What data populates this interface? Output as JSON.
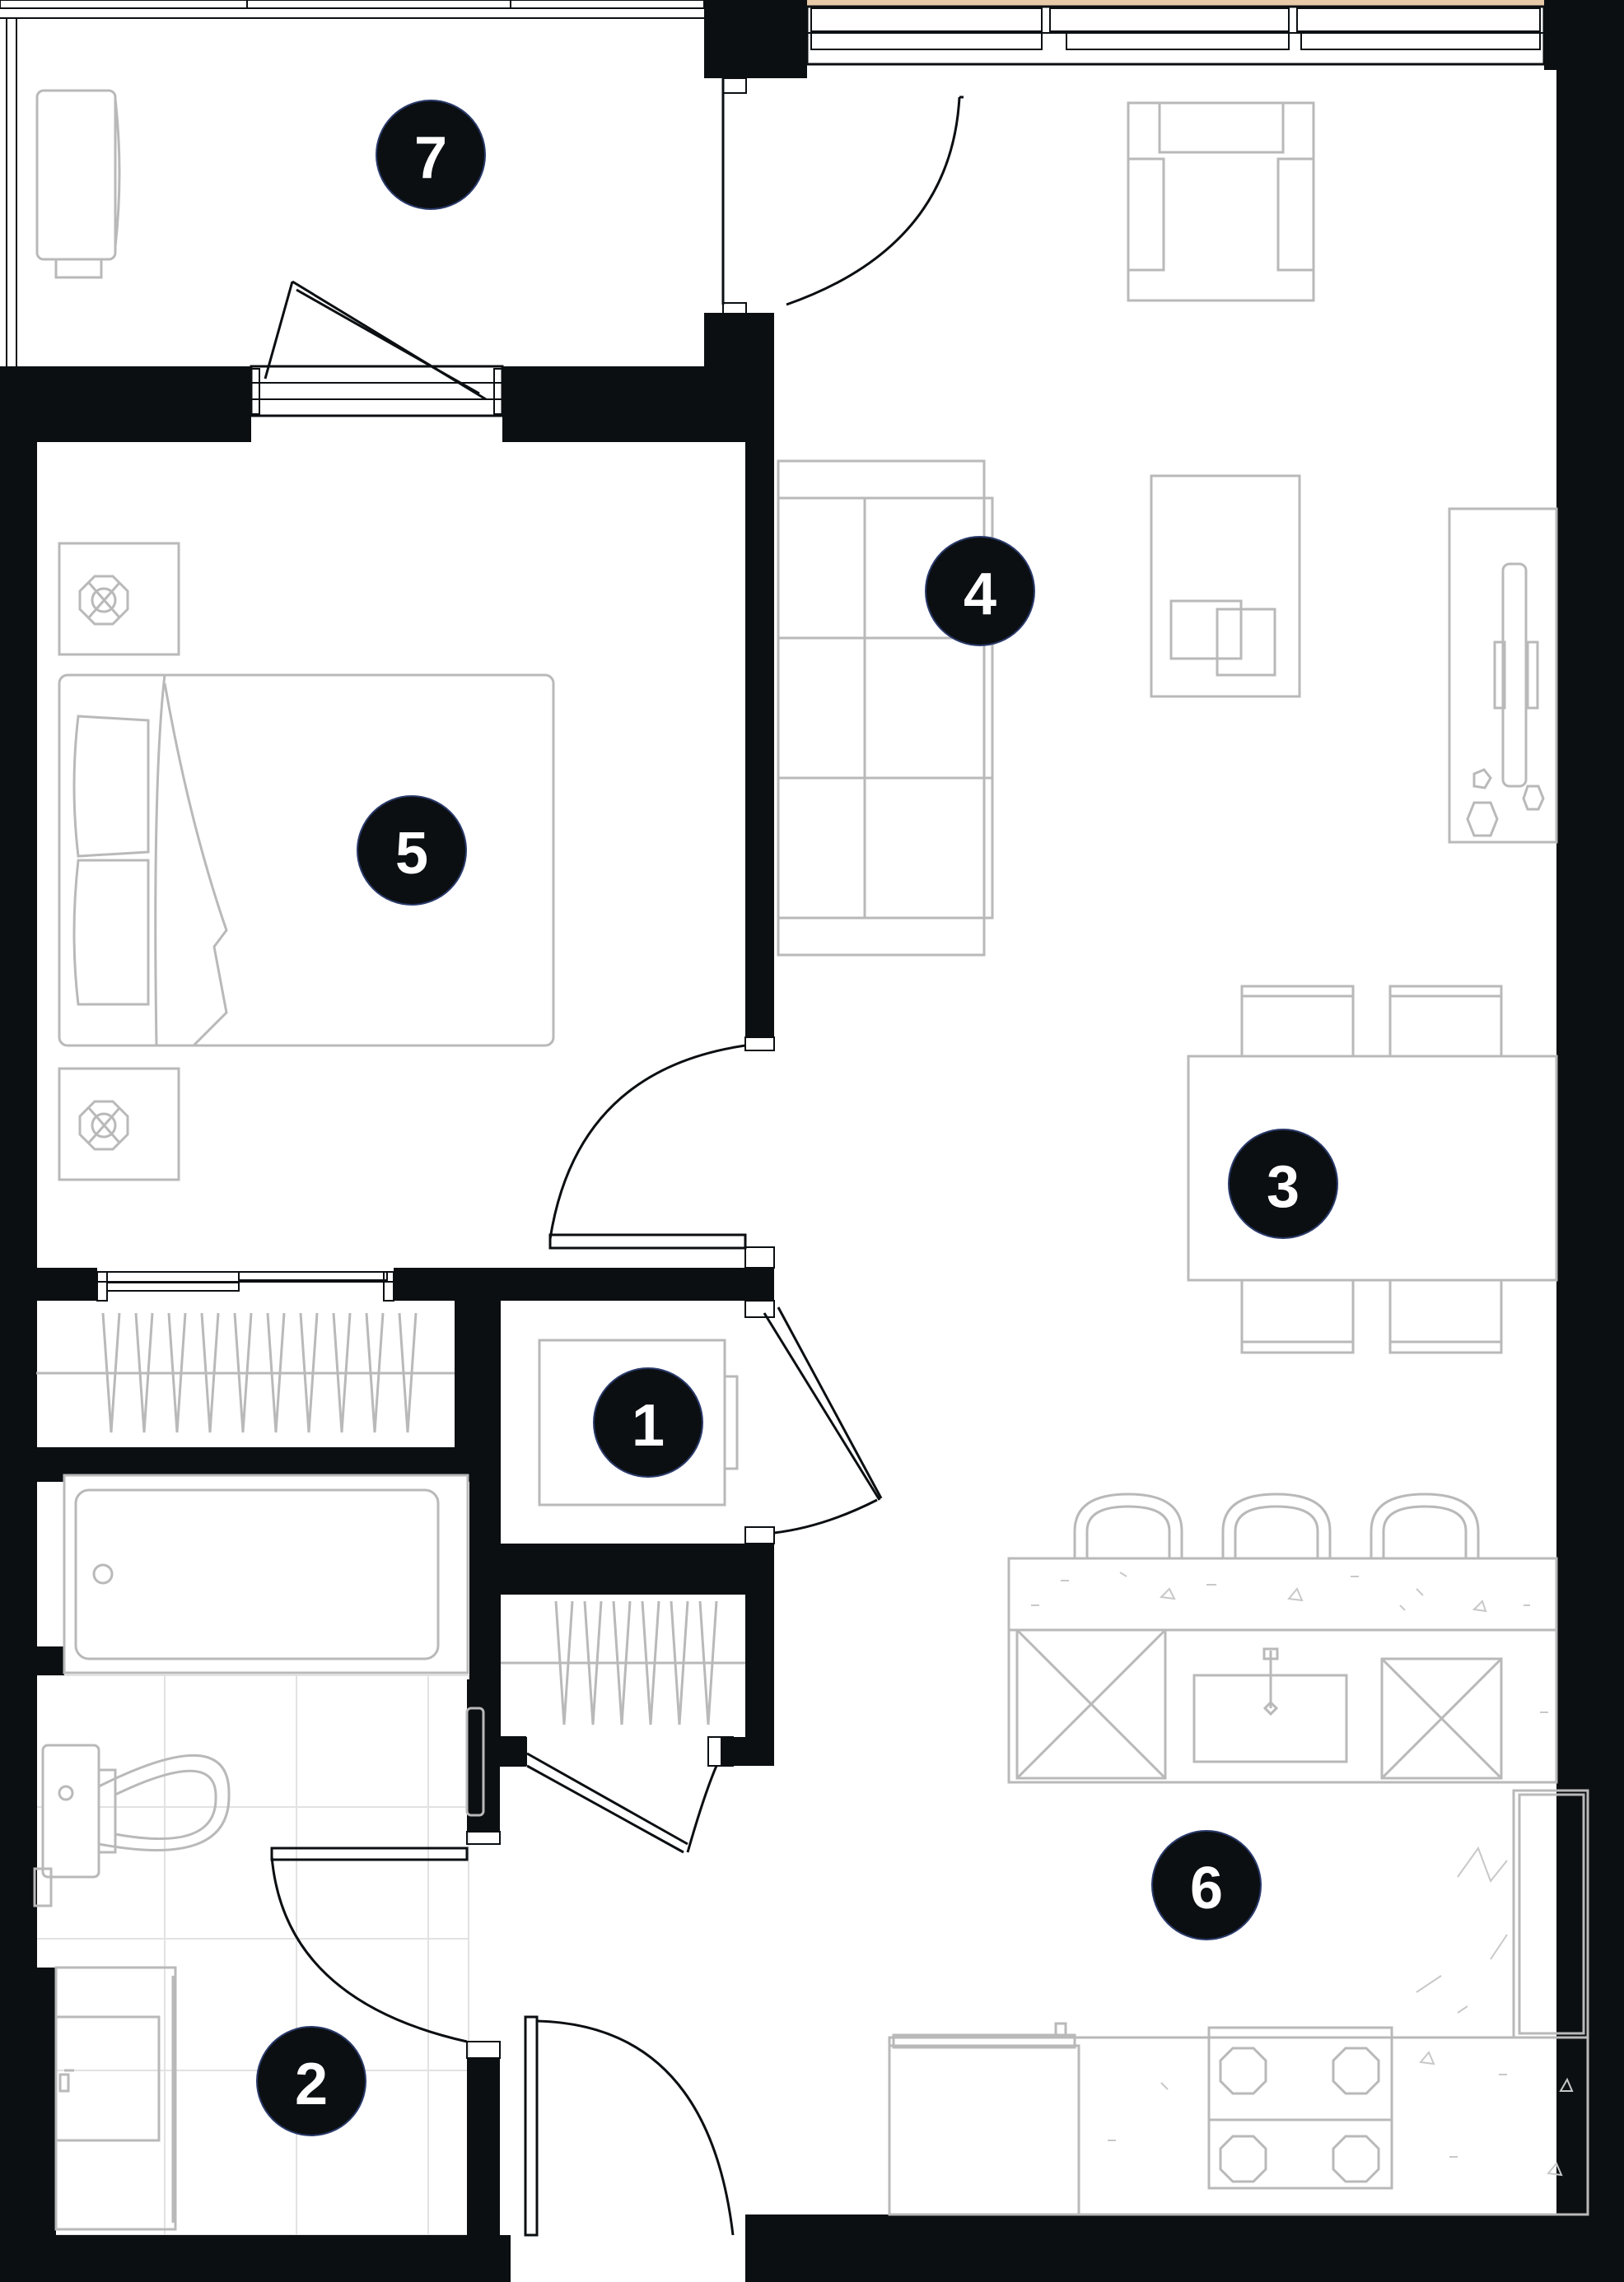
{
  "plan": {
    "rooms": [
      {
        "id": "room-1",
        "label": "1"
      },
      {
        "id": "room-2",
        "label": "2"
      },
      {
        "id": "room-3",
        "label": "3"
      },
      {
        "id": "room-4",
        "label": "4"
      },
      {
        "id": "room-5",
        "label": "5"
      },
      {
        "id": "room-6",
        "label": "6"
      },
      {
        "id": "room-7",
        "label": "7"
      }
    ]
  },
  "colors": {
    "wall": "#0b0f12",
    "furniture": "#b9b9b9",
    "marker": "#0b0f12",
    "window_sill": "#e8c9a8"
  }
}
